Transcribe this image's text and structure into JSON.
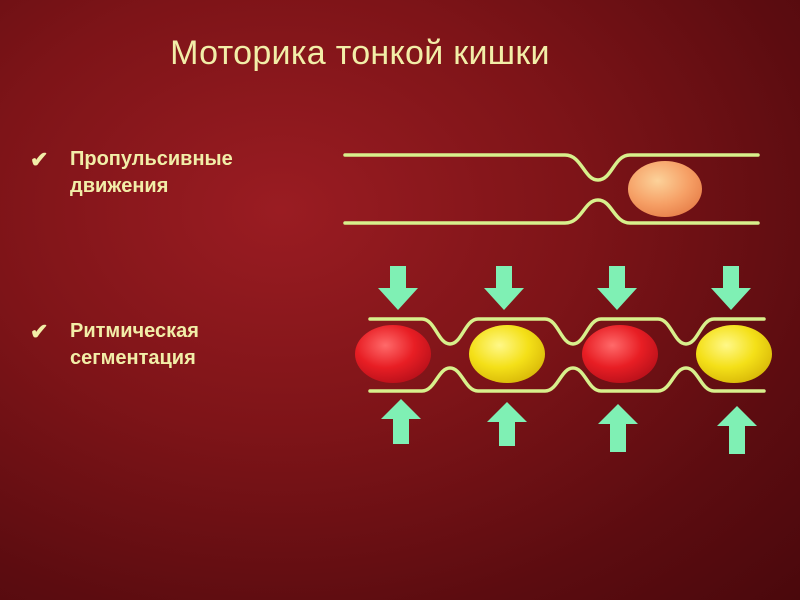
{
  "title": "Моторика тонкой кишки",
  "bullets": [
    {
      "icon": "checkmark-icon",
      "label": "Пропульсивные\nдвижения"
    },
    {
      "icon": "checkmark-icon",
      "label": "Ритмическая\nсегментация"
    }
  ],
  "colors": {
    "text": "#f2eea8",
    "wall": "#d8f08c",
    "arrow": "#7ff0b4",
    "bolus_orange": "#f6a066",
    "bolus_red": "#e81e24",
    "bolus_yellow": "#f4e018"
  }
}
